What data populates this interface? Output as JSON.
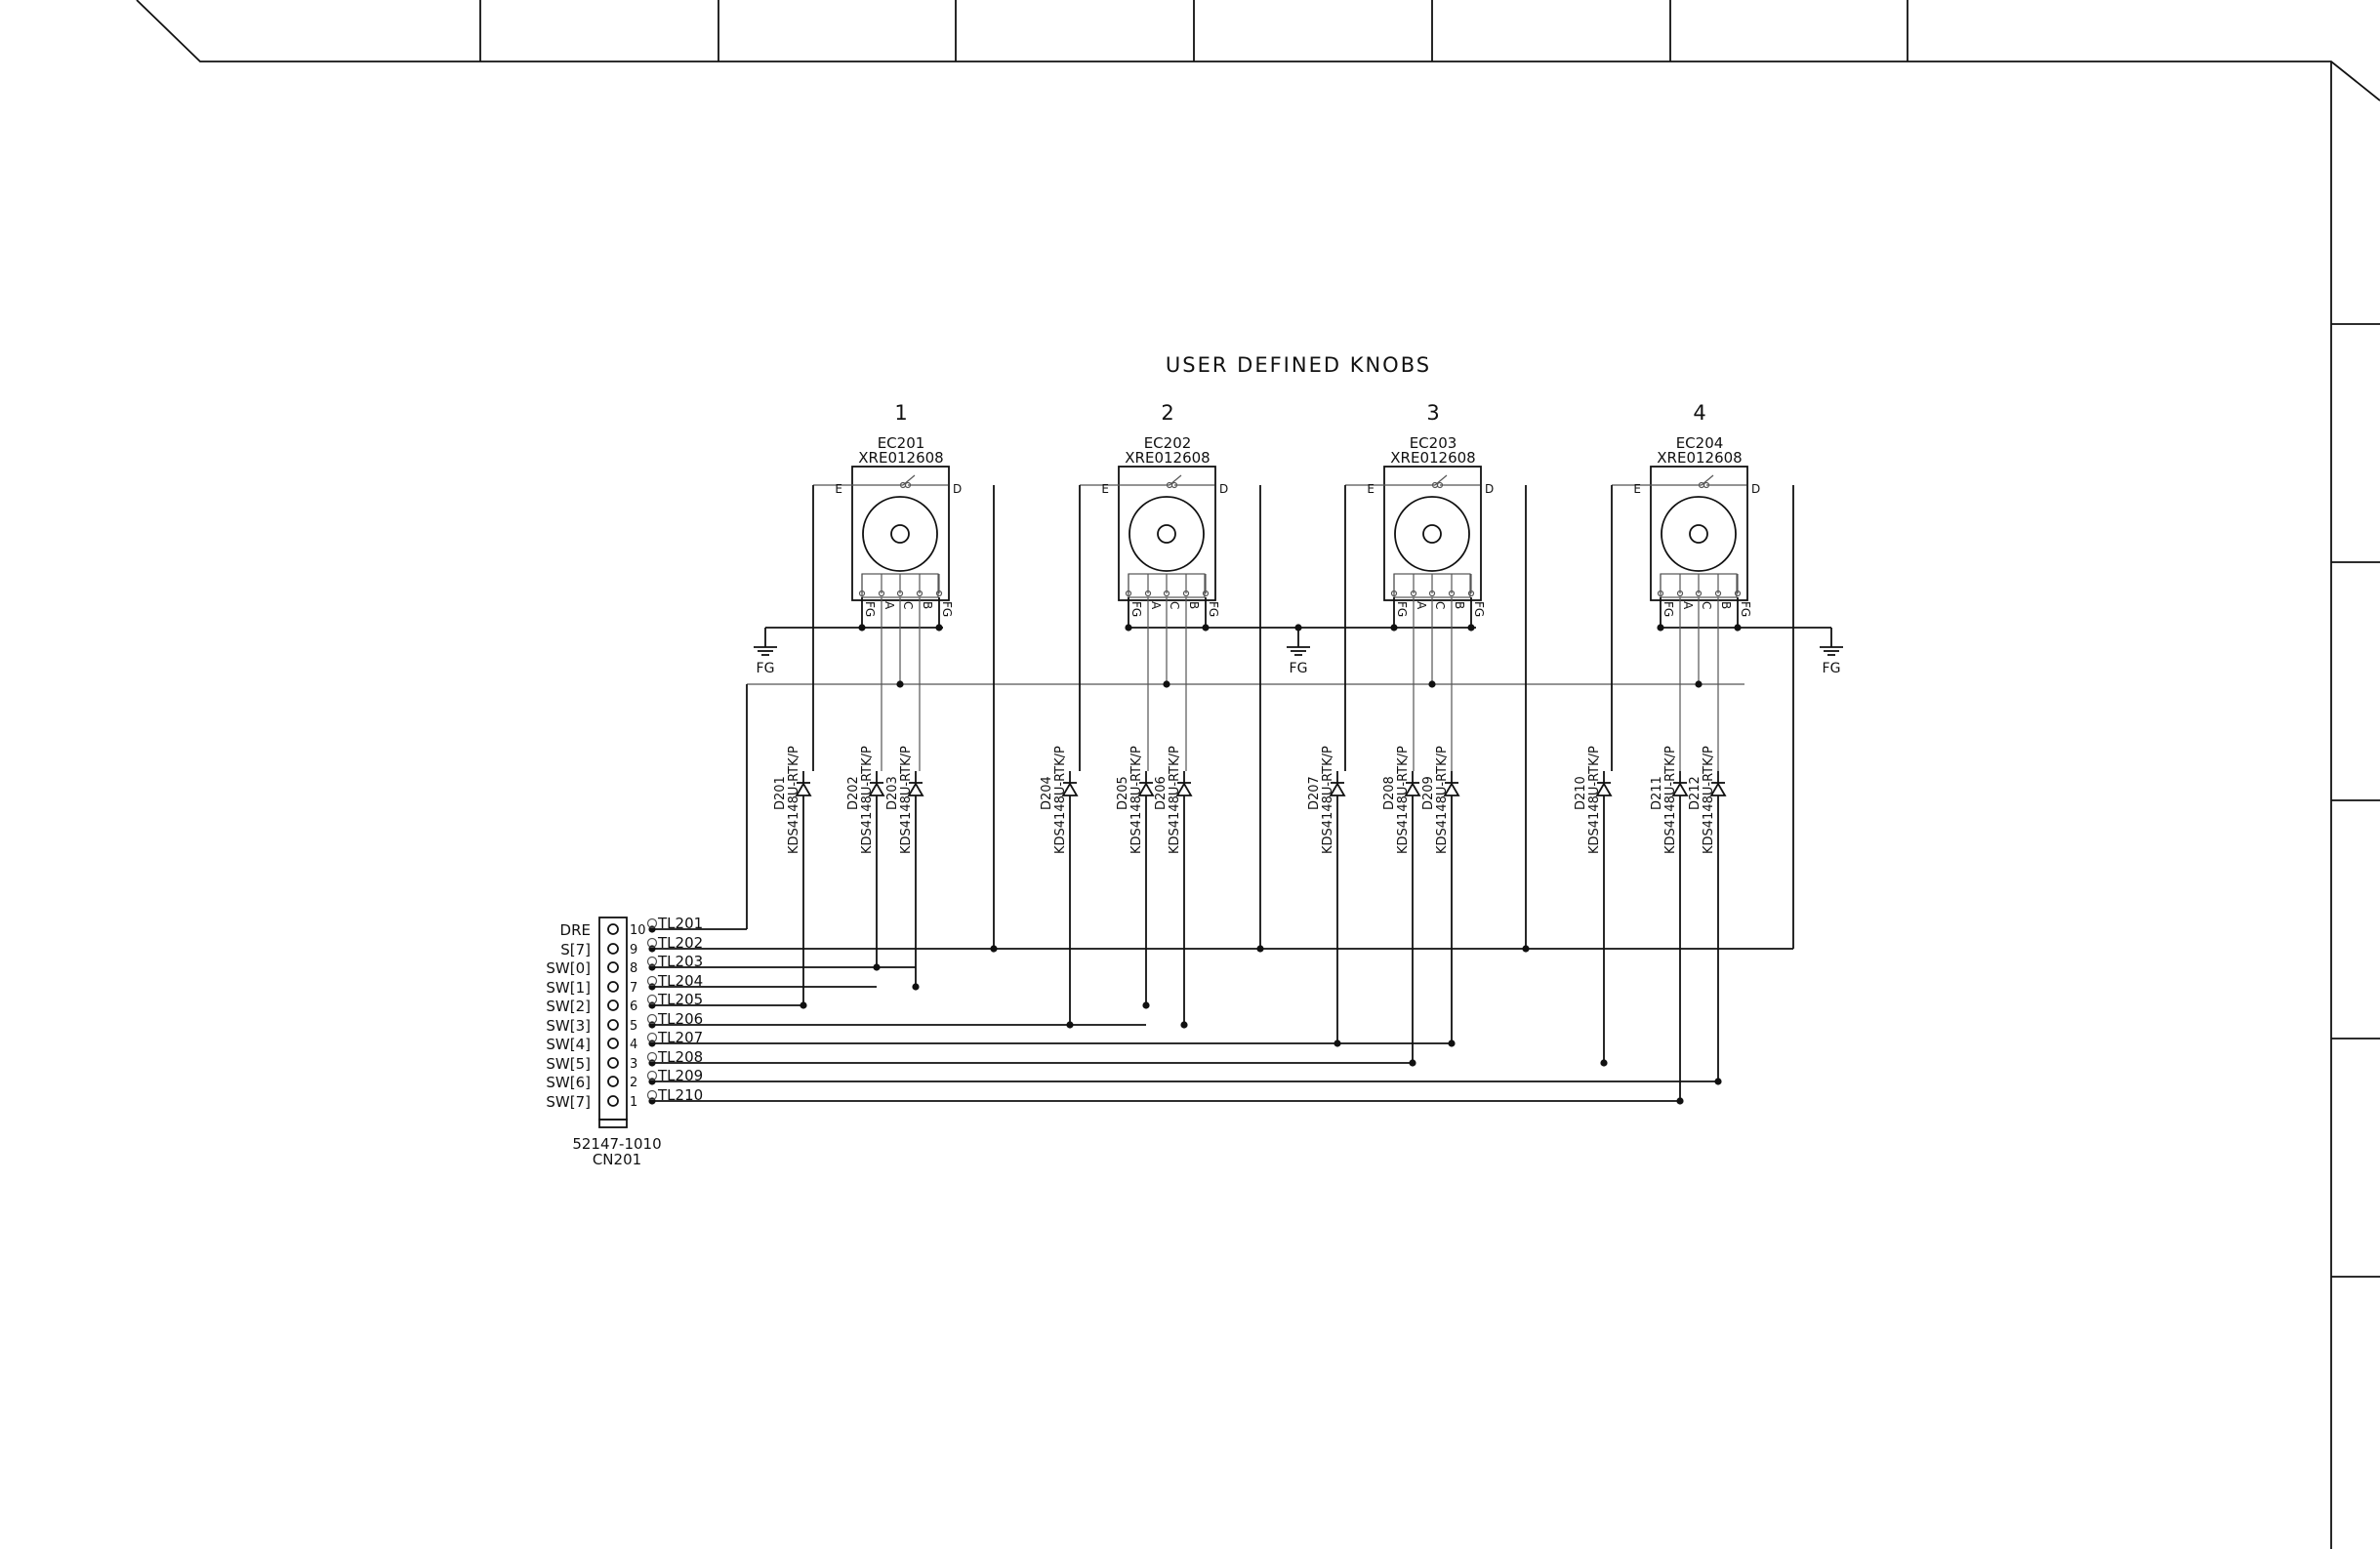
{
  "title": "USER DEFINED KNOBS",
  "encoders": [
    {
      "number": "1",
      "ref": "EC201",
      "part": "XRE012608"
    },
    {
      "number": "2",
      "ref": "EC202",
      "part": "XRE012608"
    },
    {
      "number": "3",
      "ref": "EC203",
      "part": "XRE012608"
    },
    {
      "number": "4",
      "ref": "EC204",
      "part": "XRE012608"
    }
  ],
  "encoder_pin_labels": {
    "side_left": "E",
    "side_right": "D",
    "bottom": [
      "FG",
      "A",
      "C",
      "B",
      "FG"
    ]
  },
  "ground_label": "FG",
  "diode_part": "KDS4148U-RTK/P",
  "diodes": [
    "D201",
    "D202",
    "D203",
    "D204",
    "D205",
    "D206",
    "D207",
    "D208",
    "D209",
    "D210",
    "D211",
    "D212"
  ],
  "connector": {
    "ref": "CN201",
    "part": "52147-1010",
    "pins": [
      {
        "num": "10",
        "signal": "DRE",
        "tp": "TL201"
      },
      {
        "num": "9",
        "signal": "S[7]",
        "tp": "TL202"
      },
      {
        "num": "8",
        "signal": "SW[0]",
        "tp": "TL203"
      },
      {
        "num": "7",
        "signal": "SW[1]",
        "tp": "TL204"
      },
      {
        "num": "6",
        "signal": "SW[2]",
        "tp": "TL205"
      },
      {
        "num": "5",
        "signal": "SW[3]",
        "tp": "TL206"
      },
      {
        "num": "4",
        "signal": "SW[4]",
        "tp": "TL207"
      },
      {
        "num": "3",
        "signal": "SW[5]",
        "tp": "TL208"
      },
      {
        "num": "2",
        "signal": "SW[6]",
        "tp": "TL209"
      },
      {
        "num": "1",
        "signal": "SW[7]",
        "tp": "TL210"
      }
    ]
  }
}
